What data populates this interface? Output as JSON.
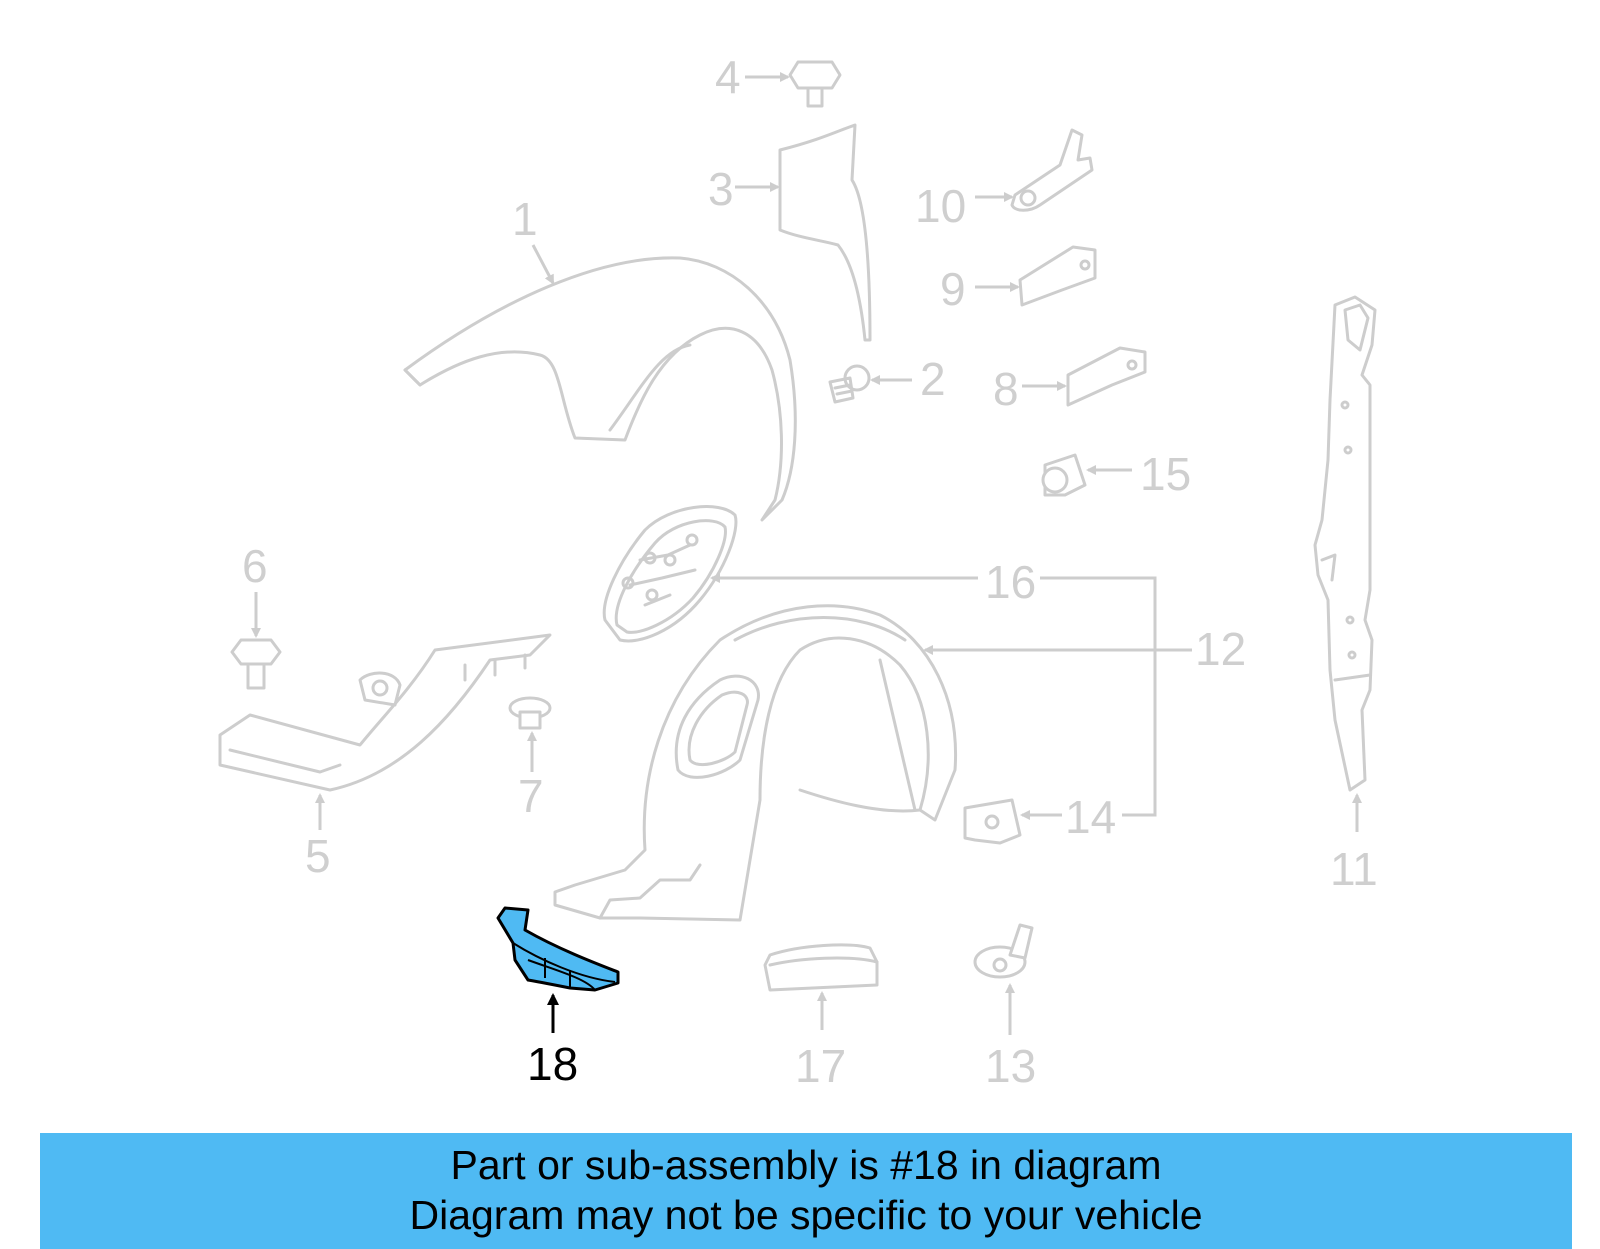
{
  "diagram": {
    "highlight_color": "#4fbaf3",
    "inactive_color": "#cdcdcd",
    "highlighted_callout": "18",
    "callouts": {
      "c1": "1",
      "c2": "2",
      "c3": "3",
      "c4": "4",
      "c5": "5",
      "c6": "6",
      "c7": "7",
      "c8": "8",
      "c9": "9",
      "c10": "10",
      "c11": "11",
      "c12": "12",
      "c13": "13",
      "c14": "14",
      "c15": "15",
      "c16": "16",
      "c17": "17",
      "c18": "18"
    }
  },
  "banner": {
    "line1": "Part or sub-assembly is #18 in diagram",
    "line2": "Diagram may not be specific to your vehicle",
    "background": "#4fbaf3"
  }
}
